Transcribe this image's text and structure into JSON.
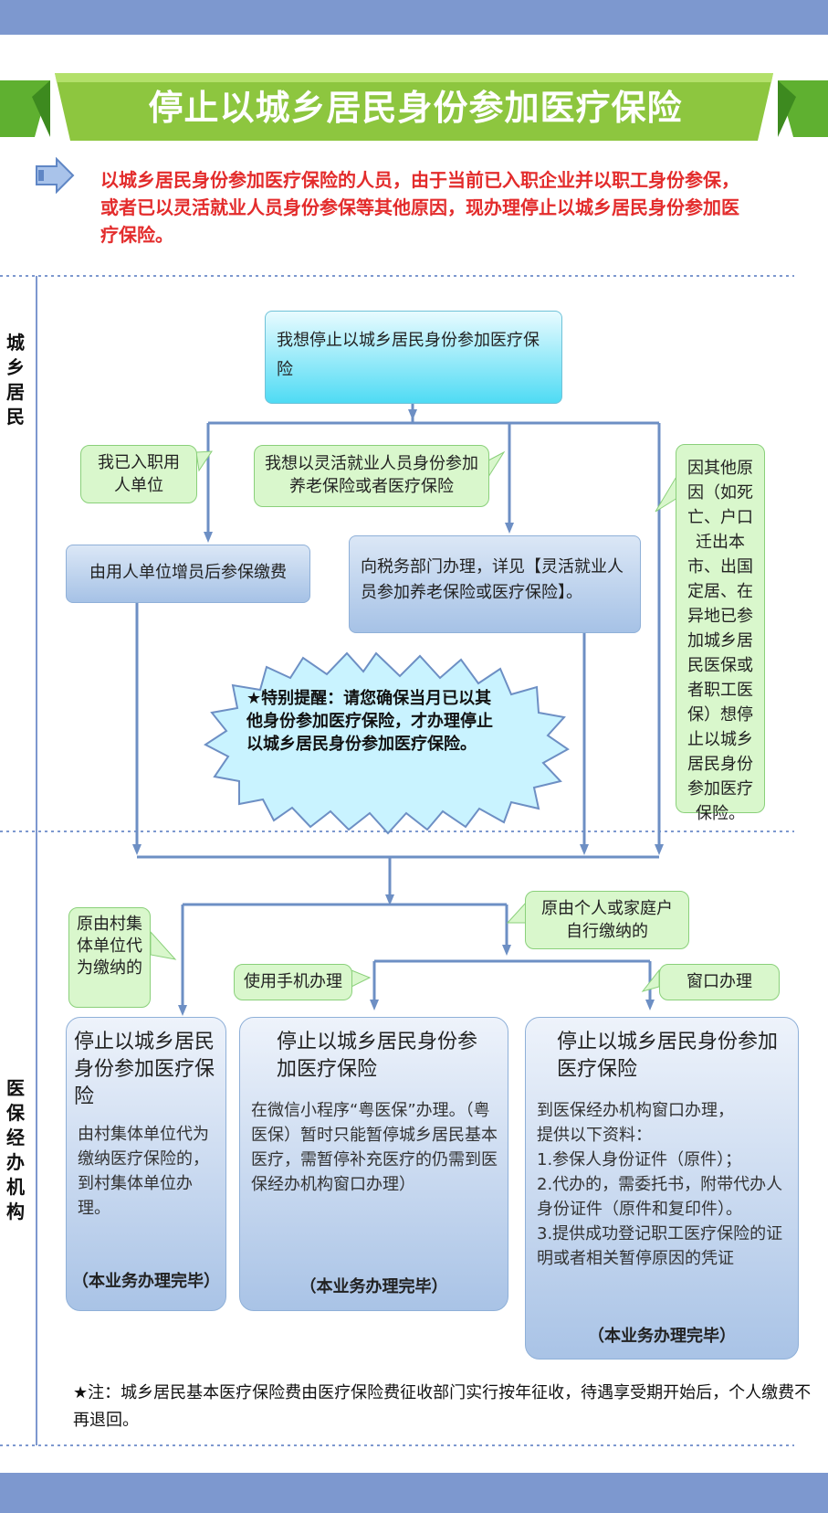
{
  "title": "停止以城乡居民身份参加医疗保险",
  "intro": "以城乡居民身份参加医疗保险的人员，由于当前已入职企业并以职工身份参保，或者已以灵活就业人员身份参保等其他原因，现办理停止以城乡居民身份参加医疗保险。",
  "sections": {
    "residents": "城乡居民",
    "agency": "医保经办机构"
  },
  "flow": {
    "start": "我想停止以城乡居民身份参加医疗保险",
    "callout_employed": "我已入职用人单位",
    "callout_flexible": "我想以灵活就业人员身份参加养老保险或者医疗保险",
    "callout_other": "因其他原因（如死亡、户口迁出本市、出国定居、在异地已参加城乡居民医保或者职工医保）想停止以城乡居民身份参加医疗保险。",
    "box_employer": "由用人单位增员后参保缴费",
    "box_tax": "向税务部门办理，详见【灵活就业人员参加养老保险或医疗保险】。",
    "warning": "★特别提醒：请您确保当月已以其他身份参加医疗保险，才办理停止以城乡居民身份参加医疗保险。",
    "callout_village": "原由村集体单位代为缴纳的",
    "callout_personal": "原由个人或家庭户自行缴纳的",
    "callout_mobile": "使用手机办理",
    "callout_window": "窗口办理"
  },
  "finals": [
    {
      "title": "停止以城乡居民身份参加医疗保险",
      "body": "由村集体单位代为缴纳医疗保险的，到村集体单位办理。",
      "done": "（本业务办理完毕）"
    },
    {
      "title": "停止以城乡居民身份参加医疗保险",
      "body": "在微信小程序“粤医保”办理。（粤医保）暂时只能暂停城乡居民基本医疗，需暂停补充医疗的仍需到医保经办机构窗口办理）",
      "done": "（本业务办理完毕）"
    },
    {
      "title": "停止以城乡居民身份参加医疗保险",
      "body_lines": [
        "到医保经办机构窗口办理，",
        "提供以下资料：",
        "1.参保人身份证件（原件）；",
        "2.代办的，需委托书，附带代办人身份证件（原件和复印件）。",
        "3.提供成功登记职工医疗保险的证明或者相关暂停原因的凭证"
      ],
      "done": "（本业务办理完毕）"
    }
  ],
  "note": "★注：城乡居民基本医疗保险费由医疗保险费征收部门实行按年征收，待遇享受期开始后，个人缴费不再退回。",
  "colors": {
    "bar": "#7d98cf",
    "banner_green": "#8dc63f",
    "intro_red": "#e32c2c",
    "line": "#6d8fc4"
  }
}
